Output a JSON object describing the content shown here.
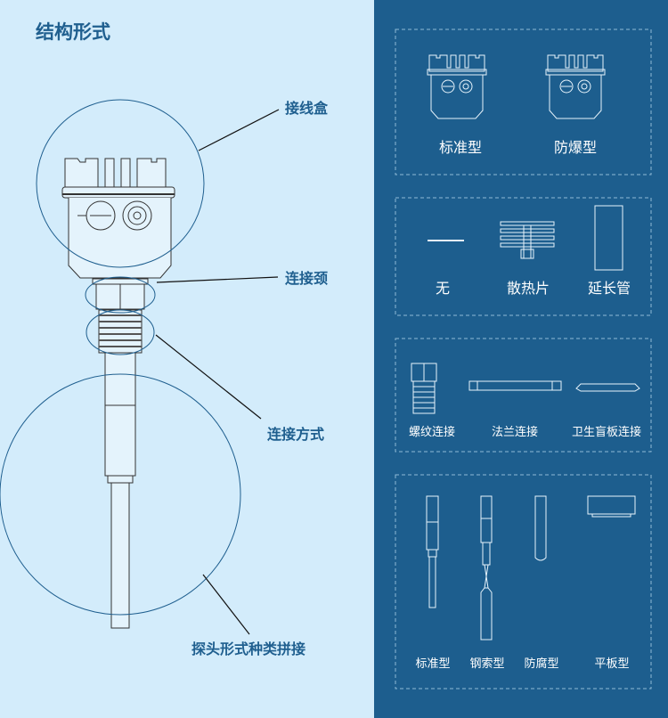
{
  "title": "结构形式",
  "callouts": {
    "junction_box": "接线盒",
    "neck": "连接颈",
    "connection": "连接方式",
    "probe": "探头形式种类拼接"
  },
  "housing": {
    "items": [
      "标准型",
      "防爆型"
    ]
  },
  "extension": {
    "items": [
      "无",
      "散热片",
      "延长管"
    ]
  },
  "connection": {
    "items": [
      "螺纹连接",
      "法兰连接",
      "卫生盲板连接"
    ]
  },
  "probe": {
    "items": [
      "标准型",
      "钢索型",
      "防腐型",
      "平板型"
    ]
  },
  "colors": {
    "left_bg": "#d3ecfb",
    "right_bg": "#1d5e8e",
    "accent": "#1f5f8f"
  }
}
